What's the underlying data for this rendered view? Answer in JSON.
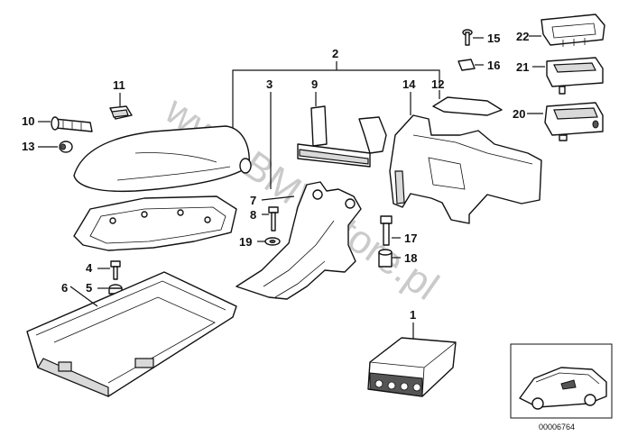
{
  "callouts": {
    "c1": "1",
    "c2": "2",
    "c3": "3",
    "c4": "4",
    "c5": "5",
    "c6": "6",
    "c7": "7",
    "c8": "8",
    "c9": "9",
    "c10": "10",
    "c11": "11",
    "c12": "12",
    "c13": "13",
    "c14": "14",
    "c15": "15",
    "c16": "16",
    "c17": "17",
    "c18": "18",
    "c19": "19",
    "c20": "20",
    "c21": "21",
    "c22": "22"
  },
  "watermark": "www.BMWstore.pl",
  "diagram_code": "00006764"
}
